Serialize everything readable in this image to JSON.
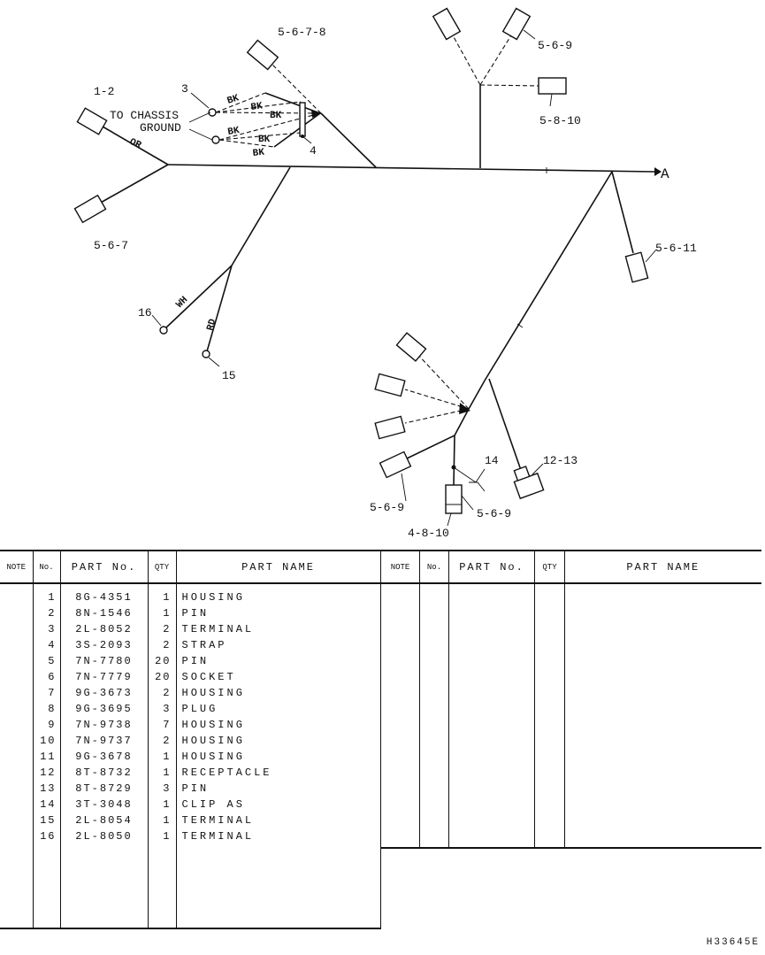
{
  "diagram": {
    "chassis_ground_line1": "TO CHASSIS",
    "chassis_ground_line2": "GROUND",
    "end_label": "A",
    "wire_labels": {
      "or": "OR",
      "bk": "BK",
      "wh": "WH",
      "rd": "RD"
    },
    "callouts": {
      "c_1_2": "1-2",
      "c_3": "3",
      "c_4": "4",
      "c_5_6_7_8": "5-6-7-8",
      "c_5_6_9_top": "5-6-9",
      "c_5_8_10": "5-8-10",
      "c_5_6_7": "5-6-7",
      "c_5_6_11": "5-6-11",
      "c_16": "16",
      "c_15": "15",
      "c_14": "14",
      "c_12_13": "12-13",
      "c_5_6_9_left": "5-6-9",
      "c_5_6_9_bottom": "5-6-9",
      "c_4_8_10": "4-8-10"
    }
  },
  "table": {
    "headers": {
      "note": "NOTE",
      "no": "No.",
      "part_no": "PART No.",
      "qty": "QTY",
      "part_name": "PART NAME"
    },
    "rows": [
      {
        "no": "1",
        "part_no": "8G-4351",
        "qty": "1",
        "name": "HOUSING"
      },
      {
        "no": "2",
        "part_no": "8N-1546",
        "qty": "1",
        "name": "PIN"
      },
      {
        "no": "3",
        "part_no": "2L-8052",
        "qty": "2",
        "name": "TERMINAL"
      },
      {
        "no": "4",
        "part_no": "3S-2093",
        "qty": "2",
        "name": "STRAP"
      },
      {
        "no": "5",
        "part_no": "7N-7780",
        "qty": "20",
        "name": "PIN"
      },
      {
        "no": "6",
        "part_no": "7N-7779",
        "qty": "20",
        "name": "SOCKET"
      },
      {
        "no": "7",
        "part_no": "9G-3673",
        "qty": "2",
        "name": "HOUSING"
      },
      {
        "no": "8",
        "part_no": "9G-3695",
        "qty": "3",
        "name": "PLUG"
      },
      {
        "no": "9",
        "part_no": "7N-9738",
        "qty": "7",
        "name": "HOUSING"
      },
      {
        "no": "10",
        "part_no": "7N-9737",
        "qty": "2",
        "name": "HOUSING"
      },
      {
        "no": "11",
        "part_no": "9G-3678",
        "qty": "1",
        "name": "HOUSING"
      },
      {
        "no": "12",
        "part_no": "8T-8732",
        "qty": "1",
        "name": "RECEPTACLE"
      },
      {
        "no": "13",
        "part_no": "8T-8729",
        "qty": "3",
        "name": "PIN"
      },
      {
        "no": "14",
        "part_no": "3T-3048",
        "qty": "1",
        "name": "CLIP AS"
      },
      {
        "no": "15",
        "part_no": "2L-8054",
        "qty": "1",
        "name": "TERMINAL"
      },
      {
        "no": "16",
        "part_no": "2L-8050",
        "qty": "1",
        "name": "TERMINAL"
      }
    ]
  },
  "drawing_number": "H33645E"
}
